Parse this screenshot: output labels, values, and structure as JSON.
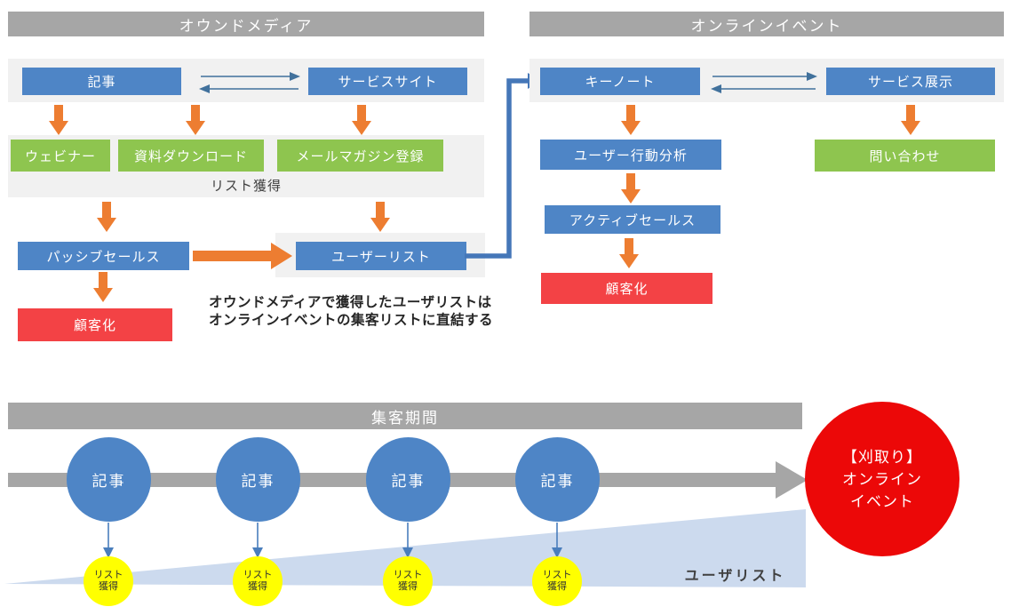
{
  "colors": {
    "box_blue": "#4e85c6",
    "box_green": "#8ec54f",
    "arrow_orange": "#ed7d31",
    "box_red": "#f34245",
    "circle_red": "#ec0808",
    "header_gray": "#a6a6a6",
    "band_gray": "#f1f1f1",
    "wedge_blue": "#ccdaee",
    "circle_yellow": "#ffff00",
    "connector_blue": "#4577b8"
  },
  "owned_media": {
    "header": "オウンドメディア",
    "article": "記事",
    "service_site": "サービスサイト",
    "webinar": "ウェビナー",
    "document_download": "資料ダウンロード",
    "mail_magazine": "メールマガジン登録",
    "list_acquisition_label": "リスト獲得",
    "passive_sales": "パッシブセールス",
    "user_list": "ユーザーリスト",
    "conversion": "顧客化"
  },
  "online_event": {
    "header": "オンラインイベント",
    "keynote": "キーノート",
    "service_exhibit": "サービス展示",
    "user_behavior_analysis": "ユーザー行動分析",
    "inquiry": "問い合わせ",
    "active_sales": "アクティブセールス",
    "conversion": "顧客化"
  },
  "annotation": {
    "line1": "オウンドメディアで獲得したユーザリストは",
    "line2": "オンラインイベントの集客リストに直結する"
  },
  "timeline": {
    "banner": "集客期間",
    "articles": [
      "記事",
      "記事",
      "記事",
      "記事"
    ],
    "list_acquire_line1": "リスト",
    "list_acquire_line2": "獲得",
    "wedge_label": "ユーザリスト",
    "harvest_line1": "【刈取り】",
    "harvest_line2": "オンライン",
    "harvest_line3": "イベント"
  }
}
